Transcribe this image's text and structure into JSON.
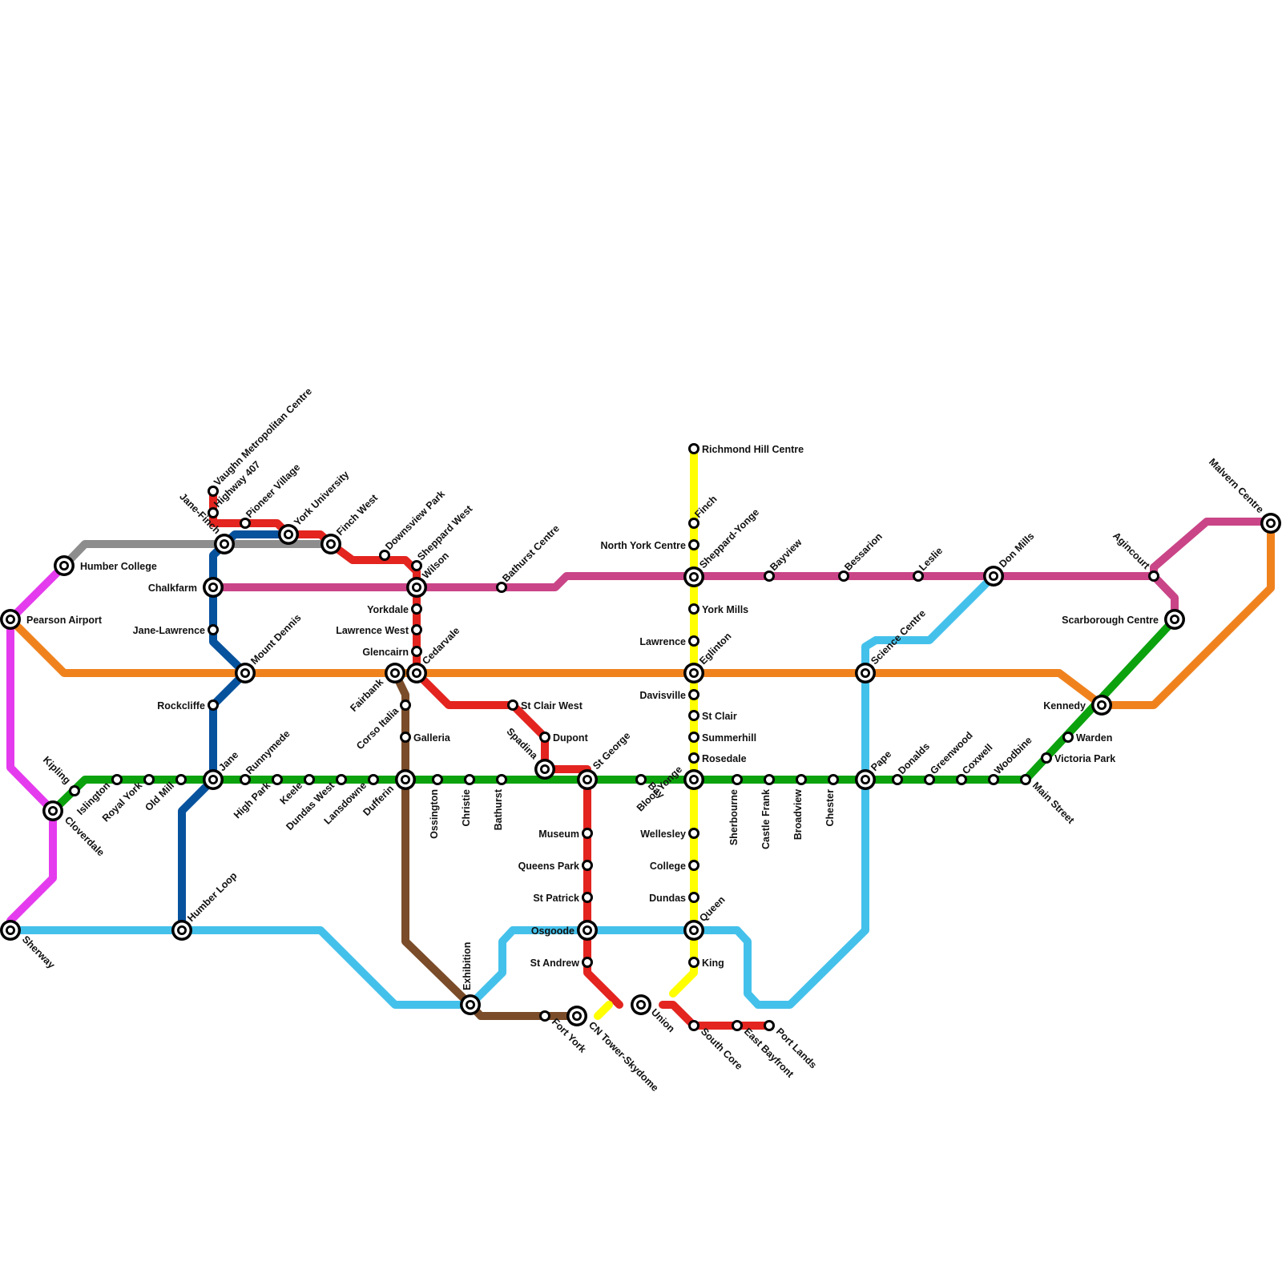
{
  "colors": {
    "red": "#E3241F",
    "yellow": "#FFFF00",
    "green": "#0BA20E",
    "orange": "#F0821E",
    "magenta": "#E53BEE",
    "plum": "#C94587",
    "lightblue": "#44C1EB",
    "navy": "#07529D",
    "brown": "#7A4C29",
    "gray": "#8D8D8D"
  },
  "stations": {
    "vaughan": "Vaughn Metropolitan Centre",
    "highway407": "Highway 407",
    "pioneer": "Pioneer Village",
    "yorku": "York University",
    "finchwest": "Finch West",
    "downsview": "Downsview Park",
    "sheppardwest": "Sheppard West",
    "wilson": "Wilson",
    "yorkdale": "Yorkdale",
    "lawrencewest": "Lawrence West",
    "glencairn": "Glencairn",
    "cedarvale": "Cedarvale",
    "stclairwest": "St Clair West",
    "dupont": "Dupont",
    "spadina": "Spadina",
    "stgeorge": "St George",
    "museum": "Museum",
    "queenspark": "Queens Park",
    "stpatrick": "St Patrick",
    "osgoode": "Osgoode",
    "standrew": "St Andrew",
    "union": "Union",
    "richmondhill": "Richmond Hill Centre",
    "finch": "Finch",
    "northyork": "North York Centre",
    "sheppardyonge": "Sheppard-Yonge",
    "yorkmills": "York Mills",
    "lawrence": "Lawrence",
    "eglinton": "Eglinton",
    "davisville": "Davisville",
    "stclair": "St Clair",
    "summerhill": "Summerhill",
    "rosedale": "Rosedale",
    "blooryonge": "Bloor-Yonge",
    "wellesley": "Wellesley",
    "college": "College",
    "dundas": "Dundas",
    "queen": "Queen",
    "king": "King",
    "kipling": "Kipling",
    "islington": "Islington",
    "royalyork": "Royal York",
    "oldmill": "Old Mill",
    "jane": "Jane",
    "runnymede": "Runnymede",
    "highpark": "High Park",
    "keele": "Keele",
    "dundaswest": "Dundas West",
    "lansdowne": "Lansdowne",
    "dufferin": "Dufferin",
    "ossington": "Ossington",
    "christie": "Christie",
    "bathurst": "Bathurst",
    "bay": "Bay",
    "sherbourne": "Sherbourne",
    "castlefrank": "Castle Frank",
    "broadview": "Broadview",
    "chester": "Chester",
    "pape": "Pape",
    "donalds": "Donalds",
    "greenwood": "Greenwood",
    "coxwell": "Coxwell",
    "woodbine": "Woodbine",
    "mainstreet": "Main Street",
    "victoriapark": "Victoria Park",
    "warden": "Warden",
    "kennedy": "Kennedy",
    "cloverdale": "Cloverdale",
    "pearson": "Pearson Airport",
    "humbercollege": "Humber College",
    "sherway": "Sherway",
    "humberloop": "Humber Loop",
    "exhibition": "Exhibition",
    "fortyork": "Fort York",
    "cntower": "CN Tower-Skydome",
    "southcore": "South Core",
    "eastbayfront": "East Bayfront",
    "portlands": "Port Lands",
    "janefinch": "Jane-Finch",
    "chalkfarm": "Chalkfarm",
    "janelawrence": "Jane-Lawrence",
    "mountdennis": "Mount Dennis",
    "rockcliffe": "Rockcliffe",
    "fairbank": "Fairbank",
    "corsoitalia": "Corso Italia",
    "galleria": "Galleria",
    "bathurstcentre": "Bathurst Centre",
    "bayview": "Bayview",
    "bessarion": "Bessarion",
    "leslie": "Leslie",
    "donmills": "Don Mills",
    "sciencecentre": "Science Centre",
    "agincourt": "Agincourt",
    "malvern": "Malvern Centre",
    "scarborough": "Scarborough Centre"
  }
}
